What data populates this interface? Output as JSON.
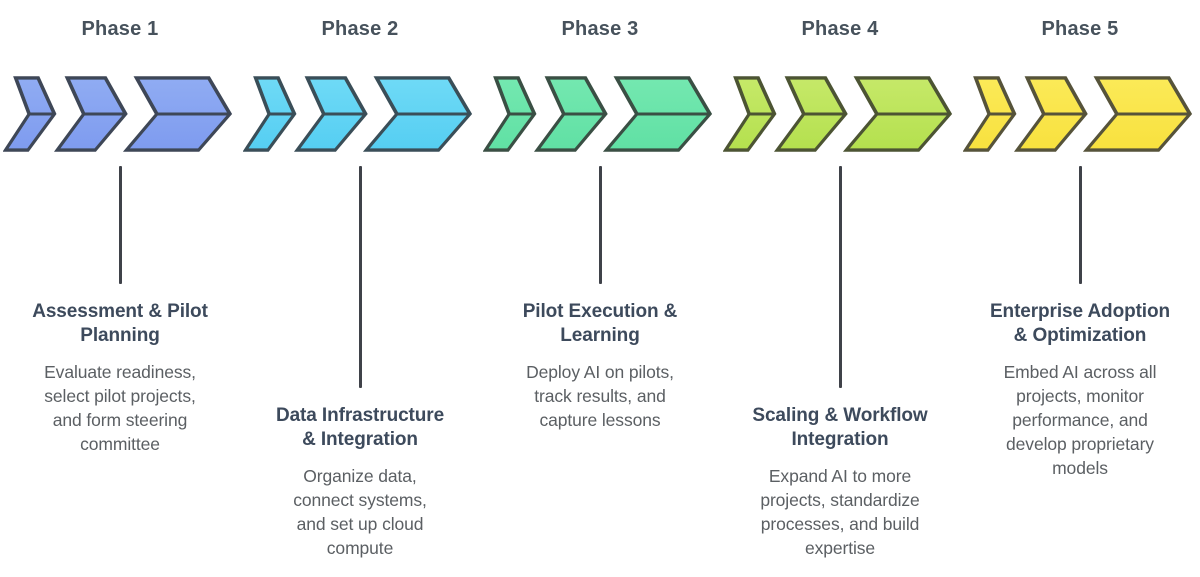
{
  "figure": {
    "background": "#ffffff",
    "phase_label_color": "#47525c",
    "title_color": "#3d4a5c",
    "body_color": "#5b5f63",
    "connector_color": "#3f4249"
  },
  "phases": [
    {
      "label": "Phase 1",
      "title": "Assessment & Pilot\nPlanning",
      "description": "Evaluate readiness,\nselect pilot projects,\nand form steering\ncommittee",
      "connector": "short",
      "colors": {
        "fill_top": "#90acf3",
        "fill_bottom": "#7e9bef",
        "outline": "#3e4757"
      }
    },
    {
      "label": "Phase 2",
      "title": "Data Infrastructure\n& Integration",
      "description": "Organize data,\nconnect systems,\nand set up cloud\ncompute",
      "connector": "tall",
      "colors": {
        "fill_top": "#6fdaf6",
        "fill_bottom": "#55cef2",
        "outline": "#3a4e58"
      }
    },
    {
      "label": "Phase 3",
      "title": "Pilot Execution &\nLearning",
      "description": "Deploy AI on pilots,\ntrack results, and\ncapture lessons",
      "connector": "short",
      "colors": {
        "fill_top": "#74e8b0",
        "fill_bottom": "#60e0a4",
        "outline": "#3a4f44"
      }
    },
    {
      "label": "Phase 4",
      "title": "Scaling & Workflow\nIntegration",
      "description": "Expand AI to more\nprojects, standardize\nprocesses, and build\nexpertise",
      "connector": "tall",
      "colors": {
        "fill_top": "#c6e969",
        "fill_bottom": "#b4e04e",
        "outline": "#4c5433"
      }
    },
    {
      "label": "Phase 5",
      "title": "Enterprise Adoption\n& Optimization",
      "description": "Embed AI across all\nprojects, monitor\nperformance, and\ndevelop proprietary\nmodels",
      "connector": "short",
      "colors": {
        "fill_top": "#fbea58",
        "fill_bottom": "#f8e13e",
        "outline": "#56533a"
      }
    }
  ]
}
